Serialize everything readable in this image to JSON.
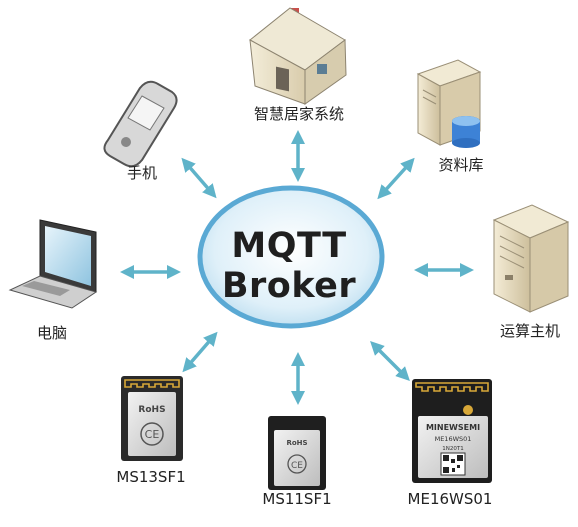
{
  "broker": {
    "line1": "MQTT",
    "line2": "Broker"
  },
  "nodes": {
    "smart_home": "智慧居家系统",
    "database": "资料库",
    "phone": "手机",
    "computer": "电脑",
    "server": "运算主机",
    "ms13sf1": "MS13SF1",
    "ms11sf1": "MS11SF1",
    "me16ws01": "ME16WS01"
  },
  "chips": {
    "rohs_mark": "RoHS",
    "ms11_mark": "RoHS",
    "me16_brand": "MINEWSEMI",
    "me16_model": "ME16WS01",
    "me16_code": "1N20T1"
  },
  "colors": {
    "arrow": "#5fb3c9",
    "broker_fill": "#d6ecf7",
    "broker_stroke": "#5aa9d4"
  }
}
